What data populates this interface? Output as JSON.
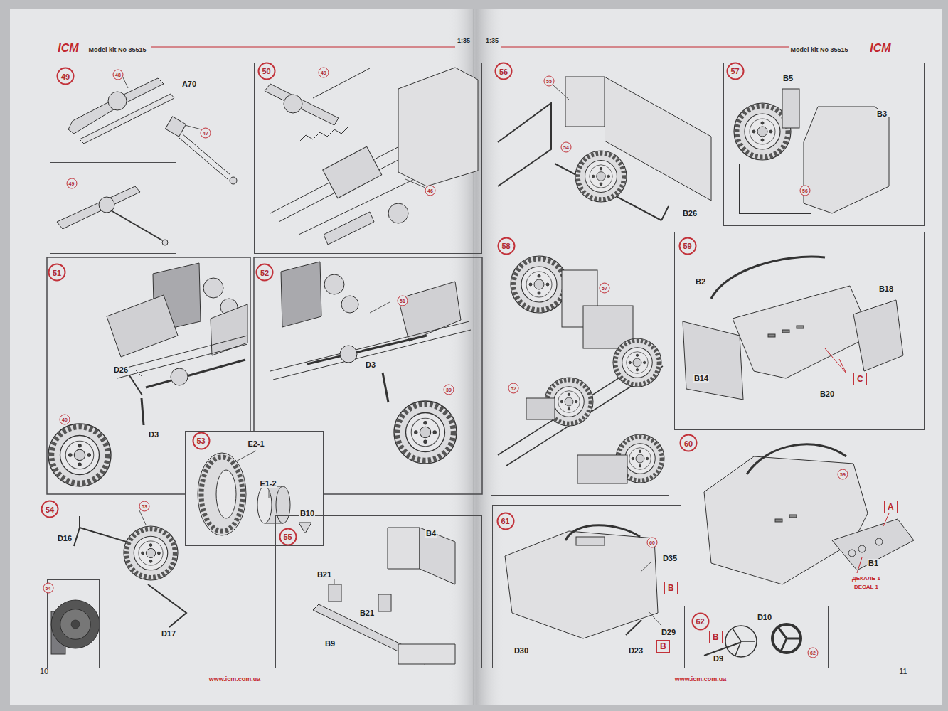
{
  "diagram": {
    "nodes": [
      {
        "text": [
          "49"
        ]
      },
      {
        "text": [
          "50"
        ]
      },
      {
        "text": [
          "51"
        ]
      },
      {
        "text": [
          "52"
        ]
      },
      {
        "text": [
          "53"
        ]
      },
      {
        "text": [
          "54"
        ]
      },
      {
        "text": [
          "55"
        ]
      },
      {
        "text": [
          "57"
        ]
      },
      {
        "text": [
          "58"
        ]
      },
      {
        "text": [
          "59"
        ]
      },
      {
        "text": [
          "C"
        ],
        "in": 9
      },
      {
        "text": [
          "A"
        ]
      },
      {
        "text": [
          "61"
        ]
      },
      {
        "text": [
          "B"
        ],
        "in": 12
      },
      {
        "text": [
          "B"
        ],
        "in": 12
      },
      {
        "text": [
          "62"
        ]
      },
      {
        "text": [
          "B"
        ],
        "in": 15
      }
    ],
    "labels": [
      "ICM",
      "Model kit No 35515",
      "1:35",
      "49",
      "48",
      "A70",
      "47",
      "49",
      "46",
      "D26",
      "40",
      "D3",
      "51",
      "D3",
      "39",
      "E2-1",
      "E1-2",
      "B10",
      "54",
      "53",
      "D16",
      "D17",
      "B4",
      "B21",
      "B21",
      "B9",
      "10",
      "www.icm.com.ua",
      "1:35",
      "Model kit No 35515",
      "ICM",
      "56",
      "55",
      "54",
      "B26",
      "B5",
      "B3",
      "56",
      "57",
      "52",
      "B2",
      "B18",
      "B14",
      "B20",
      "60",
      "59",
      "B1",
      "ДЕКАЛЬ 1",
      "DECAL 1",
      "60",
      "D35",
      "D29",
      "D30",
      "D23",
      "D10",
      "D9",
      "62",
      "www.icm.com.ua",
      "11"
    ]
  }
}
